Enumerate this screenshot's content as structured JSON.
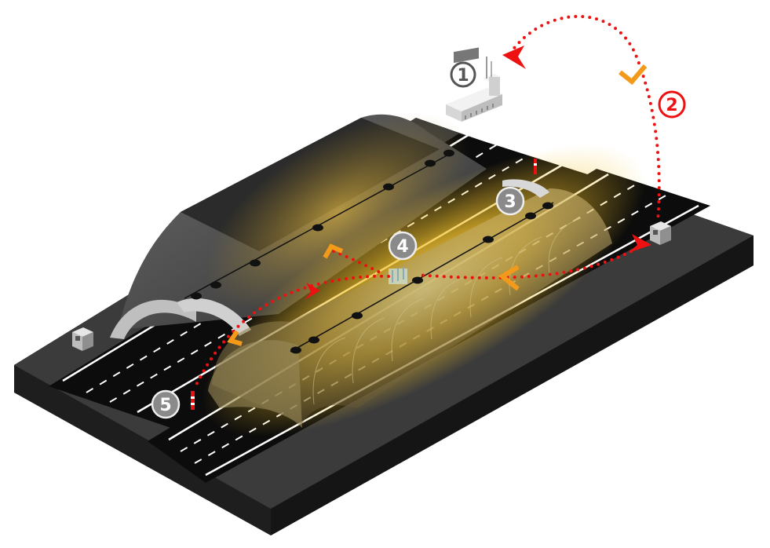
{
  "badges": [
    {
      "id": "1",
      "label": "1",
      "style": "outline"
    },
    {
      "id": "2",
      "label": "2",
      "style": "red-outline"
    },
    {
      "id": "3",
      "label": "3",
      "style": "filled-gray"
    },
    {
      "id": "4",
      "label": "4",
      "style": "filled-gray"
    },
    {
      "id": "5",
      "label": "5",
      "style": "filled-gray"
    }
  ],
  "colors": {
    "ground_top": "#3b3b3b",
    "ground_side": "#1e1e1e",
    "road": "#0e0e0e",
    "lane_line": "#ffffff",
    "tunnel_glow": "#f2c22a",
    "tunnel_shell": "#6e6a5a",
    "signal_path": "#ee1111",
    "chevron_orange": "#f39a1b",
    "badge_gray": "#8a8a8a"
  },
  "icons": [
    "control-building-icon",
    "roadside-cabinet-icon",
    "tunnel-lamp-icon",
    "barrier-post-icon",
    "sensor-panel-icon"
  ]
}
